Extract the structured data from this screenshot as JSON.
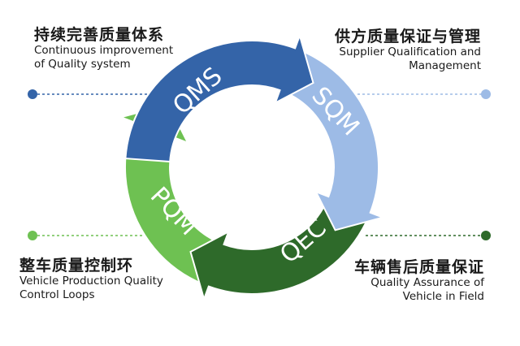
{
  "cycle": {
    "segments": [
      {
        "id": "qms",
        "label": "QMS",
        "color": "#3464a8"
      },
      {
        "id": "sqm",
        "label": "SQM",
        "color": "#9dbbe6"
      },
      {
        "id": "qec",
        "label": "QEC",
        "color": "#2e6a2a"
      },
      {
        "id": "pqm",
        "label": "PQM",
        "color": "#6ec152"
      }
    ]
  },
  "labels": {
    "top_left": {
      "zh": "持续完善质量体系",
      "en_line1": "Continuous improvement",
      "en_line2": "of  Quality system"
    },
    "top_right": {
      "zh": "供方质量保证与管理",
      "en_line1": "Supplier Qualification and",
      "en_line2": "Management"
    },
    "bottom_left": {
      "zh": "整车质量控制环",
      "en_line1": "Vehicle Production Quality",
      "en_line2": "Control Loops"
    },
    "bottom_right": {
      "zh": "车辆售后质量保证",
      "en_line1": "Quality Assurance of",
      "en_line2": "Vehicle in Field"
    }
  },
  "colors": {
    "qms": "#3464a8",
    "sqm": "#9dbbe6",
    "qec": "#2e6a2a",
    "pqm": "#6ec152",
    "leader_qms": "#3464a8",
    "leader_sqm": "#9dbbe6",
    "leader_pqm": "#6ec152",
    "leader_qec": "#2e6a2a"
  }
}
